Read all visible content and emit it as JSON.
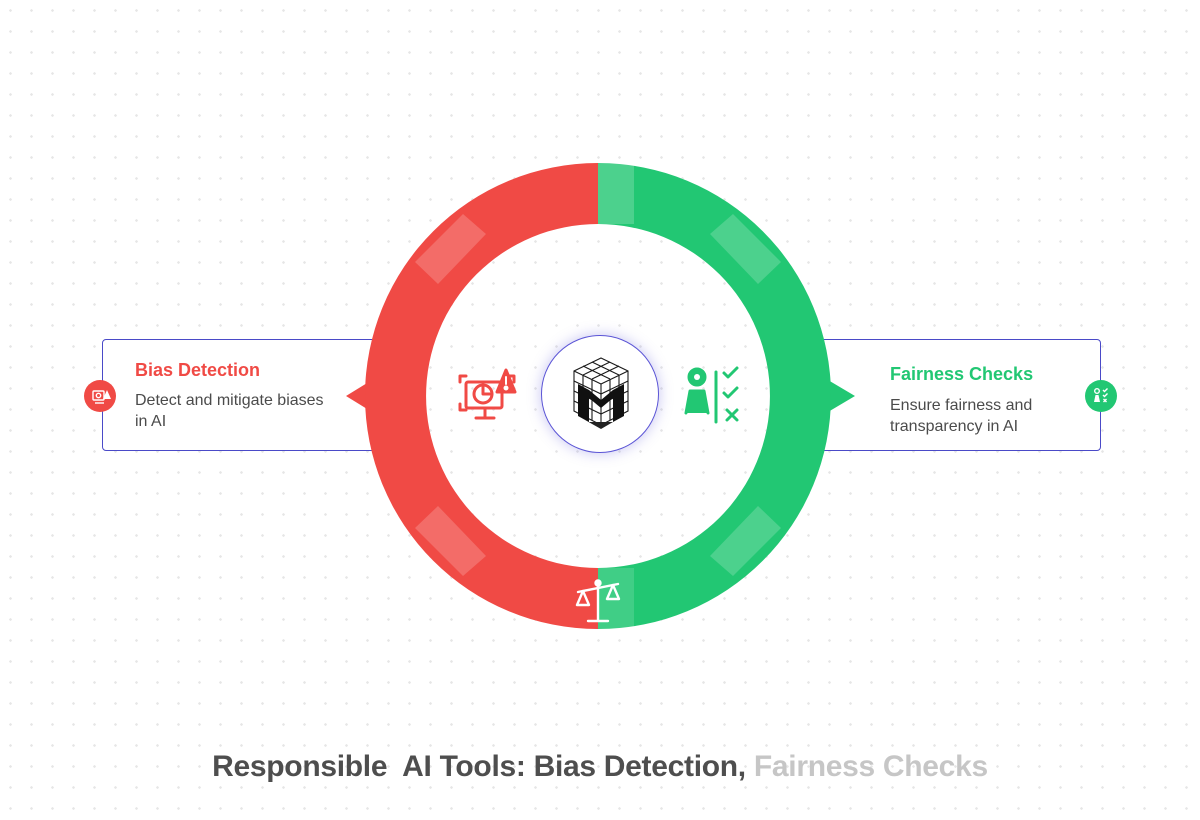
{
  "left_card": {
    "title": "Bias Detection",
    "description": "Detect and mitigate biases in AI",
    "icon": "bias-detection-icon"
  },
  "right_card": {
    "title": "Fairness Checks",
    "description": "Ensure fairness and transparency in AI",
    "icon": "fairness-check-icon"
  },
  "center": {
    "icon": "logo-cube-icon"
  },
  "bottom": {
    "icon": "balance-scale-icon"
  },
  "footer": {
    "part1": "Responsible  AI Tools: Bias Detection",
    "separator": ",",
    "part2": " Fairness Checks"
  },
  "colors": {
    "red": "#f04a45",
    "green": "#22c773",
    "accent": "#5b55d6"
  }
}
